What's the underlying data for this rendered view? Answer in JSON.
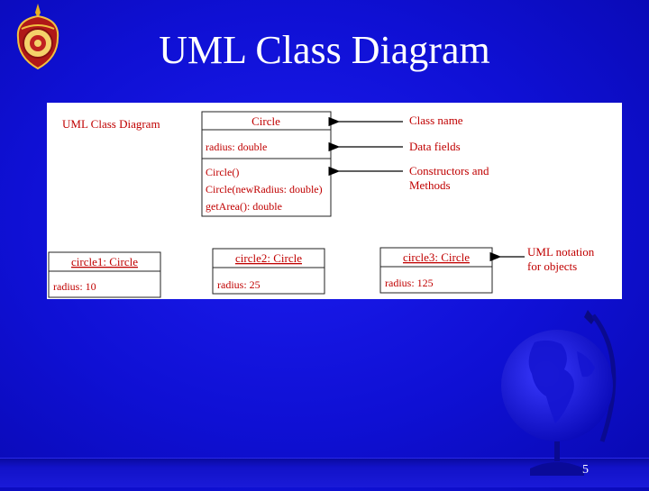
{
  "slide": {
    "title": "UML Class Diagram",
    "page_number": "5"
  },
  "diagram": {
    "heading": "UML Class Diagram",
    "class_box": {
      "name": "Circle",
      "fields": [
        "radius: double"
      ],
      "methods": [
        "Circle()",
        "Circle(newRadius: double)",
        "getArea(): double"
      ]
    },
    "annotations": [
      {
        "lines": [
          "Class name"
        ]
      },
      {
        "lines": [
          "Data fields"
        ]
      },
      {
        "lines": [
          "Constructors and",
          "Methods"
        ]
      },
      {
        "lines": [
          "UML notation",
          "for objects"
        ]
      }
    ],
    "objects": [
      {
        "name": "circle1: Circle",
        "field": "radius: 10"
      },
      {
        "name": "circle2: Circle",
        "field": "radius: 25"
      },
      {
        "name": "circle3: Circle",
        "field": "radius: 125"
      }
    ]
  },
  "colors": {
    "background": "#1010d8",
    "diagram_text": "#c00000",
    "title_text": "#ffffff"
  },
  "icons": [
    "institution-emblem-logo",
    "globe-icon"
  ]
}
